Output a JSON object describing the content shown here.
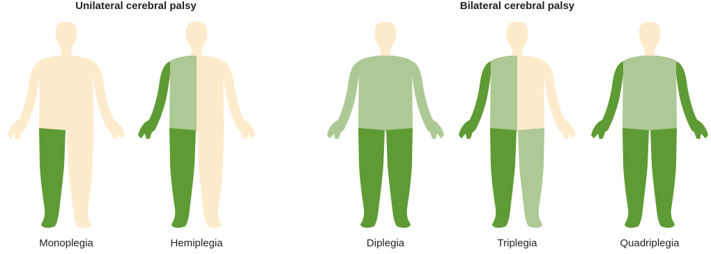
{
  "groups": [
    {
      "title": "Unilateral cerebral palsy"
    },
    {
      "title": "Bilateral cerebral palsy"
    }
  ],
  "figures": [
    {
      "label": "Monoplegia",
      "parts": {
        "head": "pale",
        "arm_l": "pale",
        "arm_r": "pale",
        "torso_l": "pale",
        "torso_r": "pale",
        "leg_l": "dark",
        "leg_r": "pale"
      }
    },
    {
      "label": "Hemiplegia",
      "parts": {
        "head": "pale",
        "arm_l": "dark",
        "arm_r": "pale",
        "torso_l": "light",
        "torso_r": "pale",
        "leg_l": "dark",
        "leg_r": "pale"
      }
    },
    {
      "label": "Diplegia",
      "parts": {
        "head": "pale",
        "arm_l": "light",
        "arm_r": "light",
        "torso_l": "light",
        "torso_r": "light",
        "leg_l": "dark",
        "leg_r": "dark"
      }
    },
    {
      "label": "Triplegia",
      "parts": {
        "head": "pale",
        "arm_l": "dark",
        "arm_r": "pale",
        "torso_l": "light",
        "torso_r": "pale",
        "leg_l": "dark",
        "leg_r": "light"
      }
    },
    {
      "label": "Quadriplegia",
      "parts": {
        "head": "pale",
        "arm_l": "dark",
        "arm_r": "dark",
        "torso_l": "light",
        "torso_r": "light",
        "leg_l": "dark",
        "leg_r": "dark"
      }
    }
  ],
  "colors": {
    "pale": "#fdebcb",
    "light": "#adc995",
    "dark": "#5f9b34"
  }
}
